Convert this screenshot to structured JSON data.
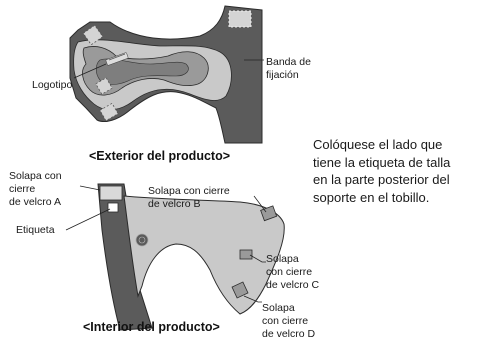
{
  "exterior": {
    "caption": "<Exterior del producto>",
    "labels": {
      "logo": "Logotipo",
      "strap": [
        "Banda de",
        "fijación"
      ]
    }
  },
  "interior": {
    "caption": "<Interior del producto>",
    "labels": {
      "flap_a": [
        "Solapa con",
        "cierre",
        "de velcro A"
      ],
      "tag": "Etiqueta",
      "flap_b": [
        "Solapa con cierre",
        "de velcro B"
      ],
      "flap_c": [
        "Solapa",
        "con cierre",
        "de velcro C"
      ],
      "flap_d": [
        "Solapa",
        "con cierre",
        "de velcro D"
      ]
    }
  },
  "instruction": [
    "Colóquese el lado que",
    "tiene la etiqueta de talla",
    "en la parte posterior del",
    "soporte en el tobillo."
  ],
  "colors": {
    "strap_dark": "#5b5b5b",
    "body_light": "#c9c9c9",
    "center_mid": "#9a9a9a",
    "outline": "#2b2b2b"
  }
}
